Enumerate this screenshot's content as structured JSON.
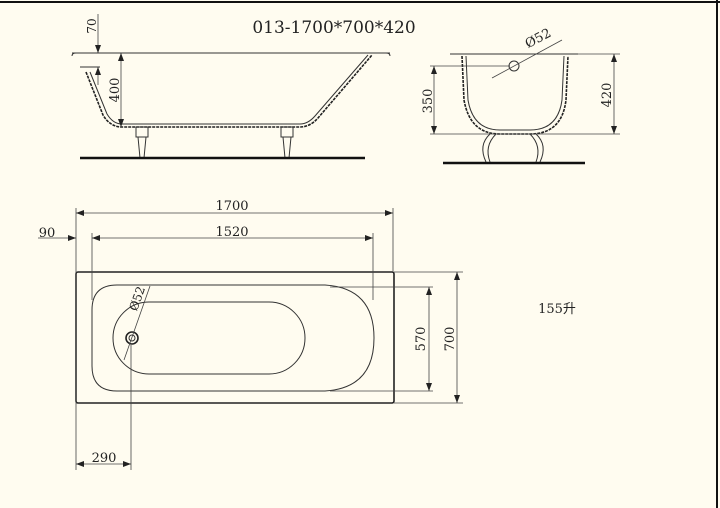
{
  "title": "013-1700*700*420",
  "capacity": "155升",
  "side_view": {
    "dim_rim": "70",
    "dim_depth": "400"
  },
  "end_view": {
    "dim_overflow_height": "350",
    "dim_total_height": "420",
    "dim_overflow_diameter": "Ø52"
  },
  "top_view": {
    "dim_length": "1700",
    "dim_inner_length": "1520",
    "dim_rim_offset": "90",
    "dim_inner_width": "570",
    "dim_width": "700",
    "dim_drain_offset": "290",
    "dim_drain_diameter": "Ø52"
  }
}
